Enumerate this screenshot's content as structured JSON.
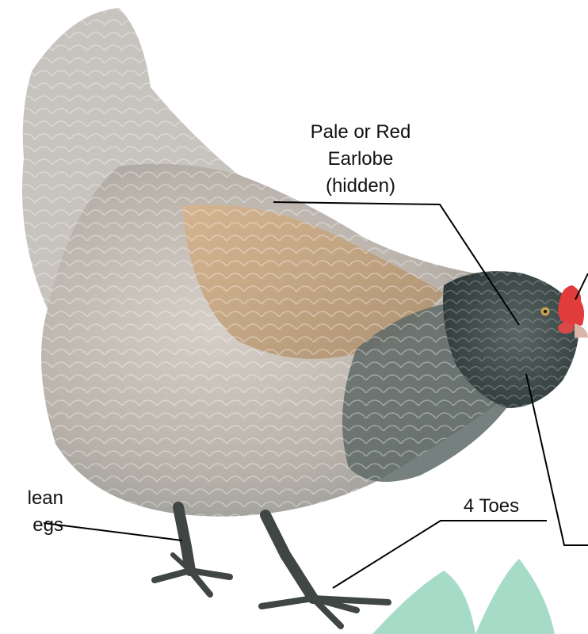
{
  "labels": {
    "earlobe": [
      "Pale or Red",
      "Earlobe",
      "(hidden)"
    ],
    "legs": [
      "lean",
      "egs"
    ],
    "toes": "4 Toes"
  },
  "colors": {
    "background": "#ffffff",
    "tail": "#c7c3be",
    "body_light": "#cdc5bd",
    "saddle_gold": "#c9a67a",
    "breast_dark": "#5e6a67",
    "head_dark": "#3e4a4a",
    "comb_red": "#e23b3b",
    "beak": "#d9b7a8",
    "legs": "#3f4643",
    "leader_line": "#000000",
    "mint_shape": "#a6dcc7"
  }
}
